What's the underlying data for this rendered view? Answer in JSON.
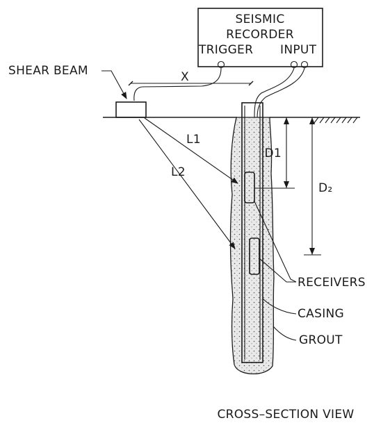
{
  "recorder": {
    "line1": "SEISMIC",
    "line2": "RECORDER",
    "trigger": "TRIGGER",
    "input": "INPUT"
  },
  "labels": {
    "shear_beam": "SHEAR BEAM",
    "x": "X",
    "l1": "L1",
    "l2": "L2",
    "d1": "D1",
    "d2": "D₂",
    "receivers": "RECEIVERS",
    "casing": "CASING",
    "grout": "GROUT"
  },
  "caption": "CROSS–SECTION VIEW"
}
